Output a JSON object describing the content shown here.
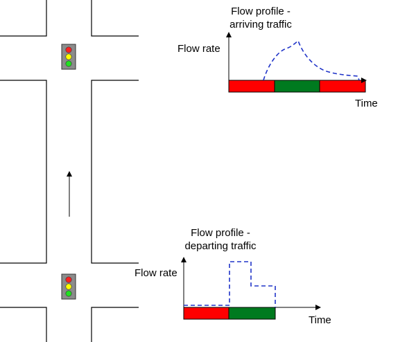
{
  "colors": {
    "red_phase": "#ff0000",
    "green_phase": "#007a1f",
    "flow_line": "#1f33c8",
    "signal_housing": "#8c8c8c",
    "signal_red": "#ff2020",
    "signal_yellow": "#ffff00",
    "signal_green": "#20e020"
  },
  "arriving": {
    "title_line1": "Flow profile -",
    "title_line2": "arriving traffic",
    "ylabel": "Flow rate",
    "xlabel": "Time"
  },
  "departing": {
    "title_line1": "Flow profile -",
    "title_line2": "departing traffic",
    "ylabel": "Flow rate",
    "xlabel": "Time"
  },
  "icons": {
    "signal": "traffic-signal-icon",
    "direction": "up-arrow-icon"
  }
}
